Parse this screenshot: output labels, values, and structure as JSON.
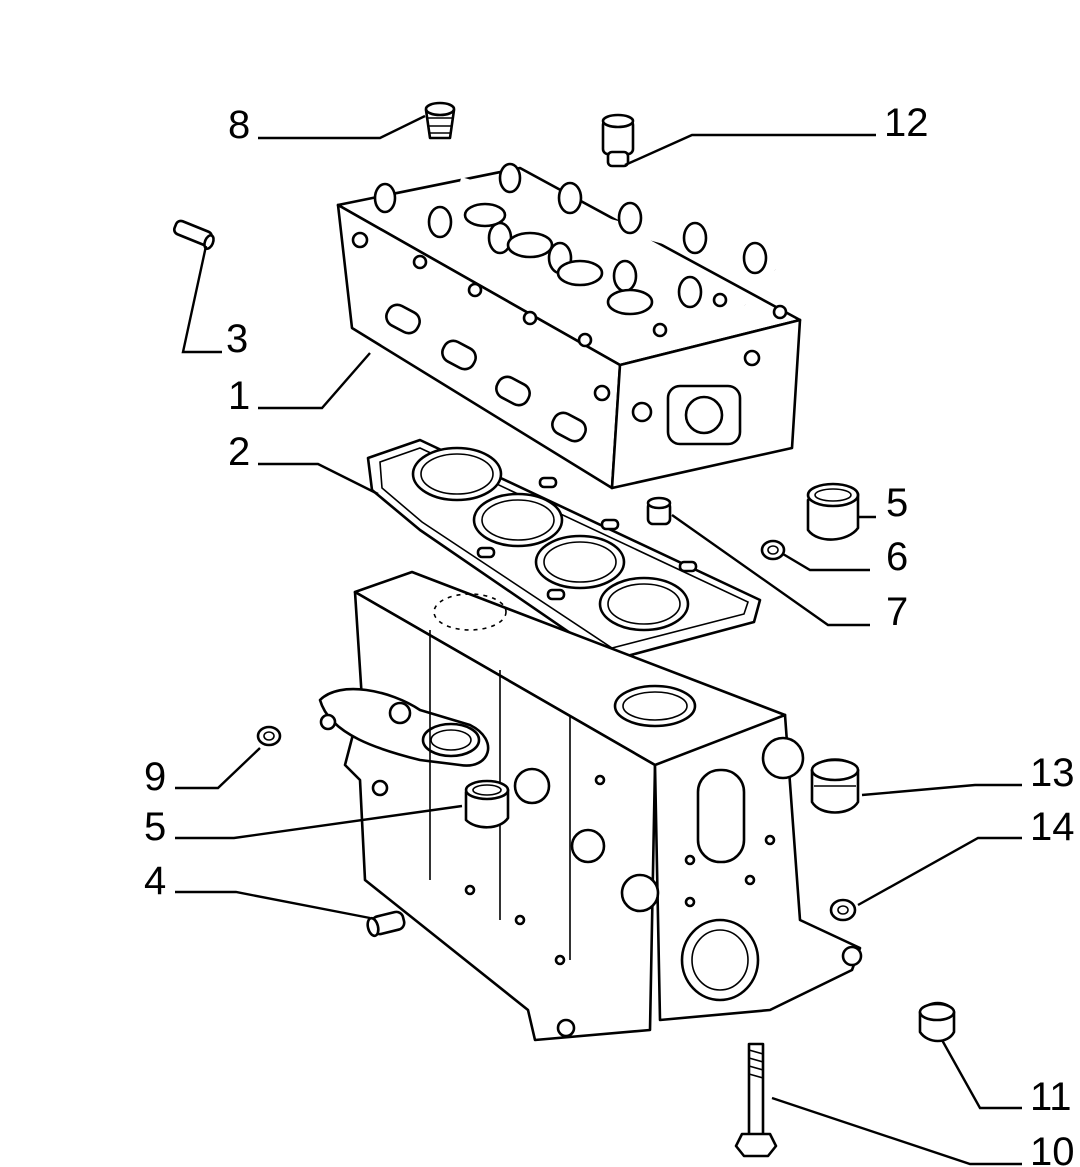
{
  "callouts": [
    {
      "id": "c8",
      "label": "8"
    },
    {
      "id": "c12",
      "label": "12"
    },
    {
      "id": "c3",
      "label": "3"
    },
    {
      "id": "c1",
      "label": "1"
    },
    {
      "id": "c2",
      "label": "2"
    },
    {
      "id": "c5a",
      "label": "5"
    },
    {
      "id": "c6",
      "label": "6"
    },
    {
      "id": "c7",
      "label": "7"
    },
    {
      "id": "c9",
      "label": "9"
    },
    {
      "id": "c5b",
      "label": "5"
    },
    {
      "id": "c13",
      "label": "13"
    },
    {
      "id": "c14",
      "label": "14"
    },
    {
      "id": "c4",
      "label": "4"
    },
    {
      "id": "c11",
      "label": "11"
    },
    {
      "id": "c10",
      "label": "10"
    }
  ]
}
